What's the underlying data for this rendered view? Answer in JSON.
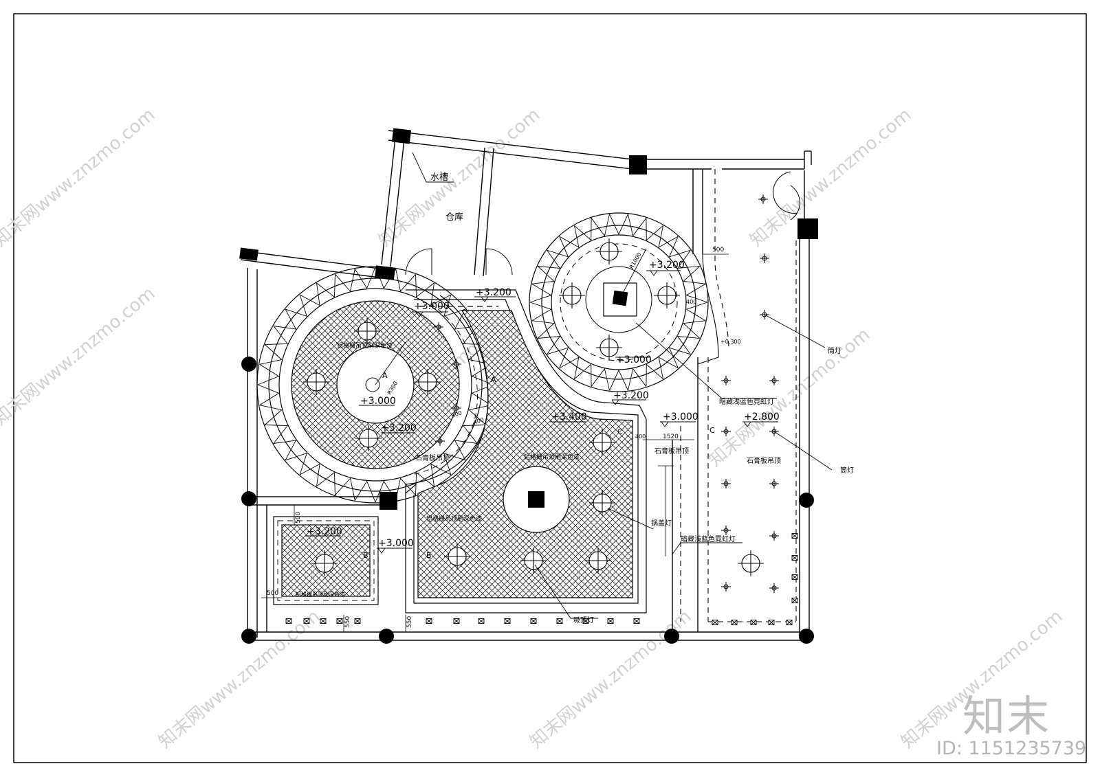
{
  "watermark": {
    "text": "知末网www.znzmo.com"
  },
  "brand": {
    "logo": "知末",
    "id": "ID: 1151235739"
  },
  "rooms": {
    "storage": "仓库",
    "sink": "水槽"
  },
  "elevations": {
    "e1": "+3.200",
    "e2": "+3.000",
    "e3": "+3.200",
    "e4": "+3.000",
    "e5": "+3.000",
    "e6": "+3.200",
    "e7": "+3.200",
    "e8": "+3.400",
    "e9": "+3.000",
    "e10": "+2.800",
    "e11": "+3.200",
    "e12": "+3.000",
    "e13": "+0.300"
  },
  "labels": {
    "gypsum_left": "石膏板吊顶",
    "gypsum_center": "石膏板吊顶",
    "gypsum_right": "石膏板吊顶",
    "downlight_1": "筒灯",
    "downlight_2": "筒灯",
    "neon_1": "暗藏浅蓝色霓虹灯",
    "neon_2": "暗藏浅蓝色霓虹灯",
    "pot_light": "锅盖灯",
    "ceiling_light": "吸顶灯",
    "hatch_center_1": "铝格栅吊顶刷深色漆",
    "hatch_center_2": "铝格栅吊顶刷深色漆",
    "hatch_left": "铝格栅吊顶刷深色漆",
    "hatch_small": "铝格栅吊顶刷深色漆"
  },
  "dims": {
    "d500a": "500",
    "d1000": "R1000",
    "d400a": "400",
    "d1520": "1520",
    "d400b": "400",
    "d900": "900",
    "d400c": "400",
    "d300": "R300",
    "d500b": "500",
    "d500c": "500",
    "d550a": "550",
    "d550b": "550"
  },
  "section_marks": {
    "a1": "A",
    "a2": "A",
    "b1": "B",
    "b2": "B",
    "c1": "C",
    "c2": "C"
  }
}
